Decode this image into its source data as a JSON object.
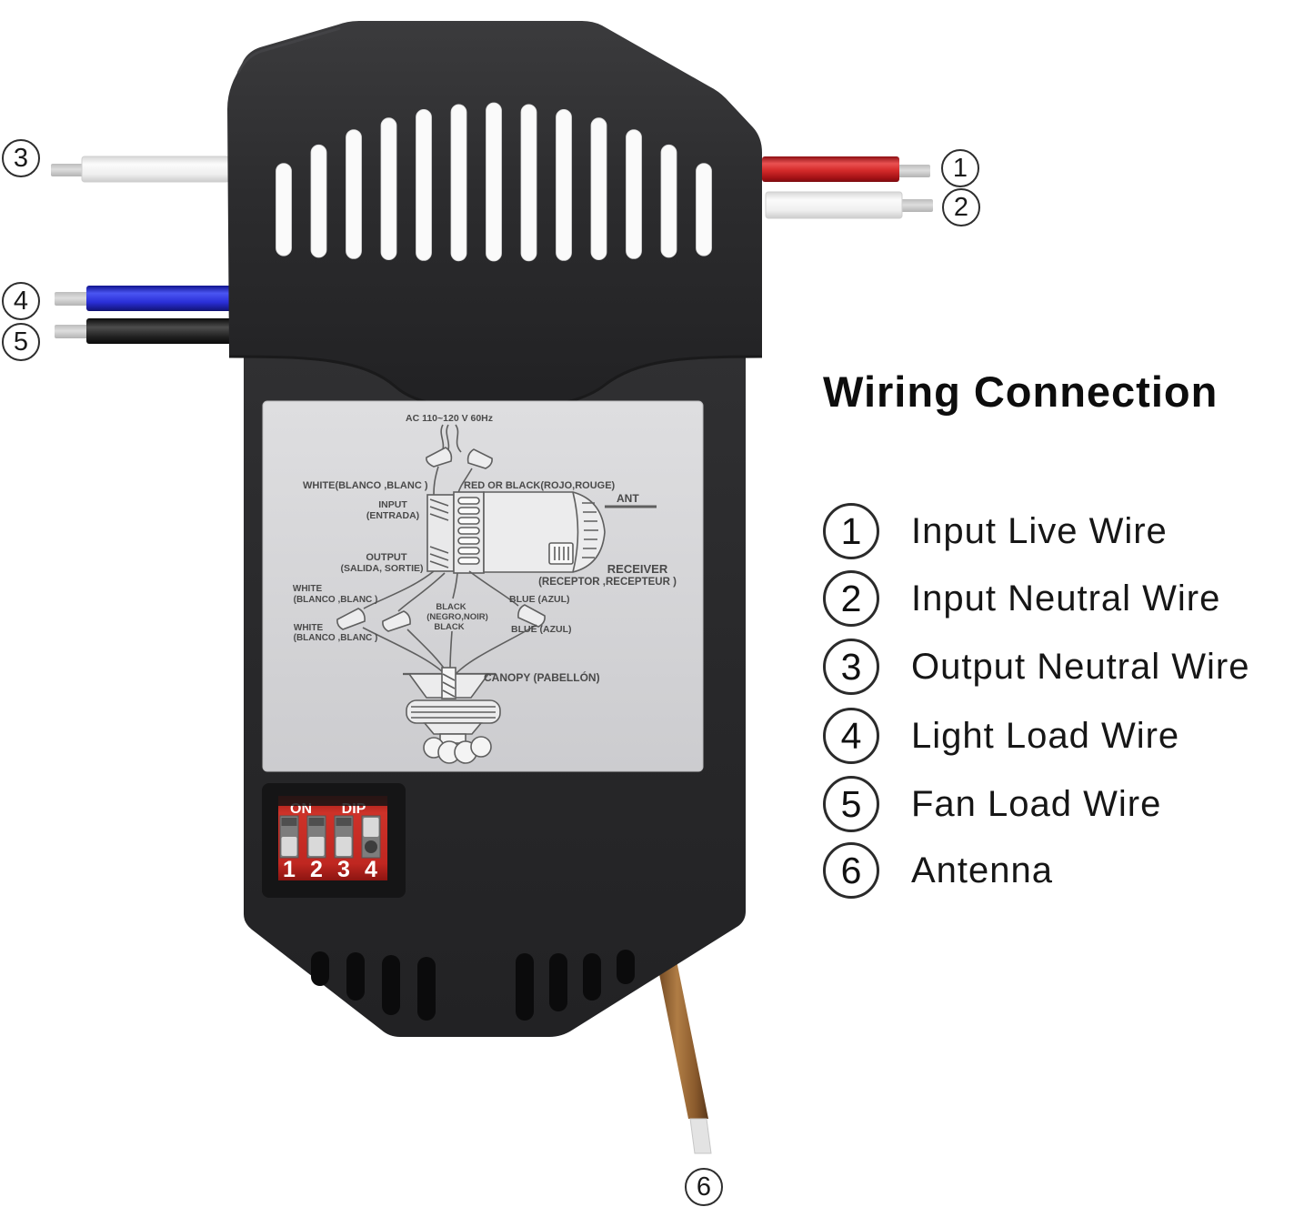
{
  "title": "Wiring Connection",
  "legend": [
    {
      "num": "1",
      "label": "Input Live Wire"
    },
    {
      "num": "2",
      "label": "Input Neutral Wire"
    },
    {
      "num": "3",
      "label": "Output Neutral Wire"
    },
    {
      "num": "4",
      "label": "Light Load Wire"
    },
    {
      "num": "5",
      "label": "Fan Load Wire"
    },
    {
      "num": "6",
      "label": "Antenna"
    }
  ],
  "device_label": {
    "power_rating": "AC 110~120 V 60Hz",
    "input_white": "WHITE(BLANCO ,BLANC )",
    "input_red": "RED OR BLACK(ROJO,ROUGE)",
    "input_1": "INPUT",
    "input_2": "(ENTRADA)",
    "ant": "ANT",
    "output_1": "OUTPUT",
    "output_2": "(SALIDA, SORTIE)",
    "receiver_1": "RECEIVER",
    "receiver_2": "(RECEPTOR ,RECEPTEUR )",
    "white_a1": "WHITE",
    "white_a2": "(BLANCO ,BLANC )",
    "white_b1": "WHITE",
    "white_b2": "(BLANCO ,BLANC )",
    "black_1": "BLACK",
    "black_2": "(NEGRO,NOIR)",
    "black_3": "BLACK",
    "blue_a": "BLUE (AZUL)",
    "blue_b": "BLUE (AZUL)",
    "canopy": "CANOPY (PABELLÓN)"
  },
  "dip_switch": {
    "on": "ON",
    "dip": "DIP",
    "positions": [
      "1",
      "2",
      "3",
      "4"
    ]
  },
  "colors": {
    "live_wire": "#d42a2a",
    "neutral_wire": "#f2f2f2",
    "light_load_wire": "#2a2fd8",
    "fan_load_wire": "#1b1b1b",
    "antenna_wire": "#8a5a2c",
    "dip_red": "#c32a24",
    "device_body": "#2a2a2c",
    "label_bg": "#d6d6d8"
  }
}
